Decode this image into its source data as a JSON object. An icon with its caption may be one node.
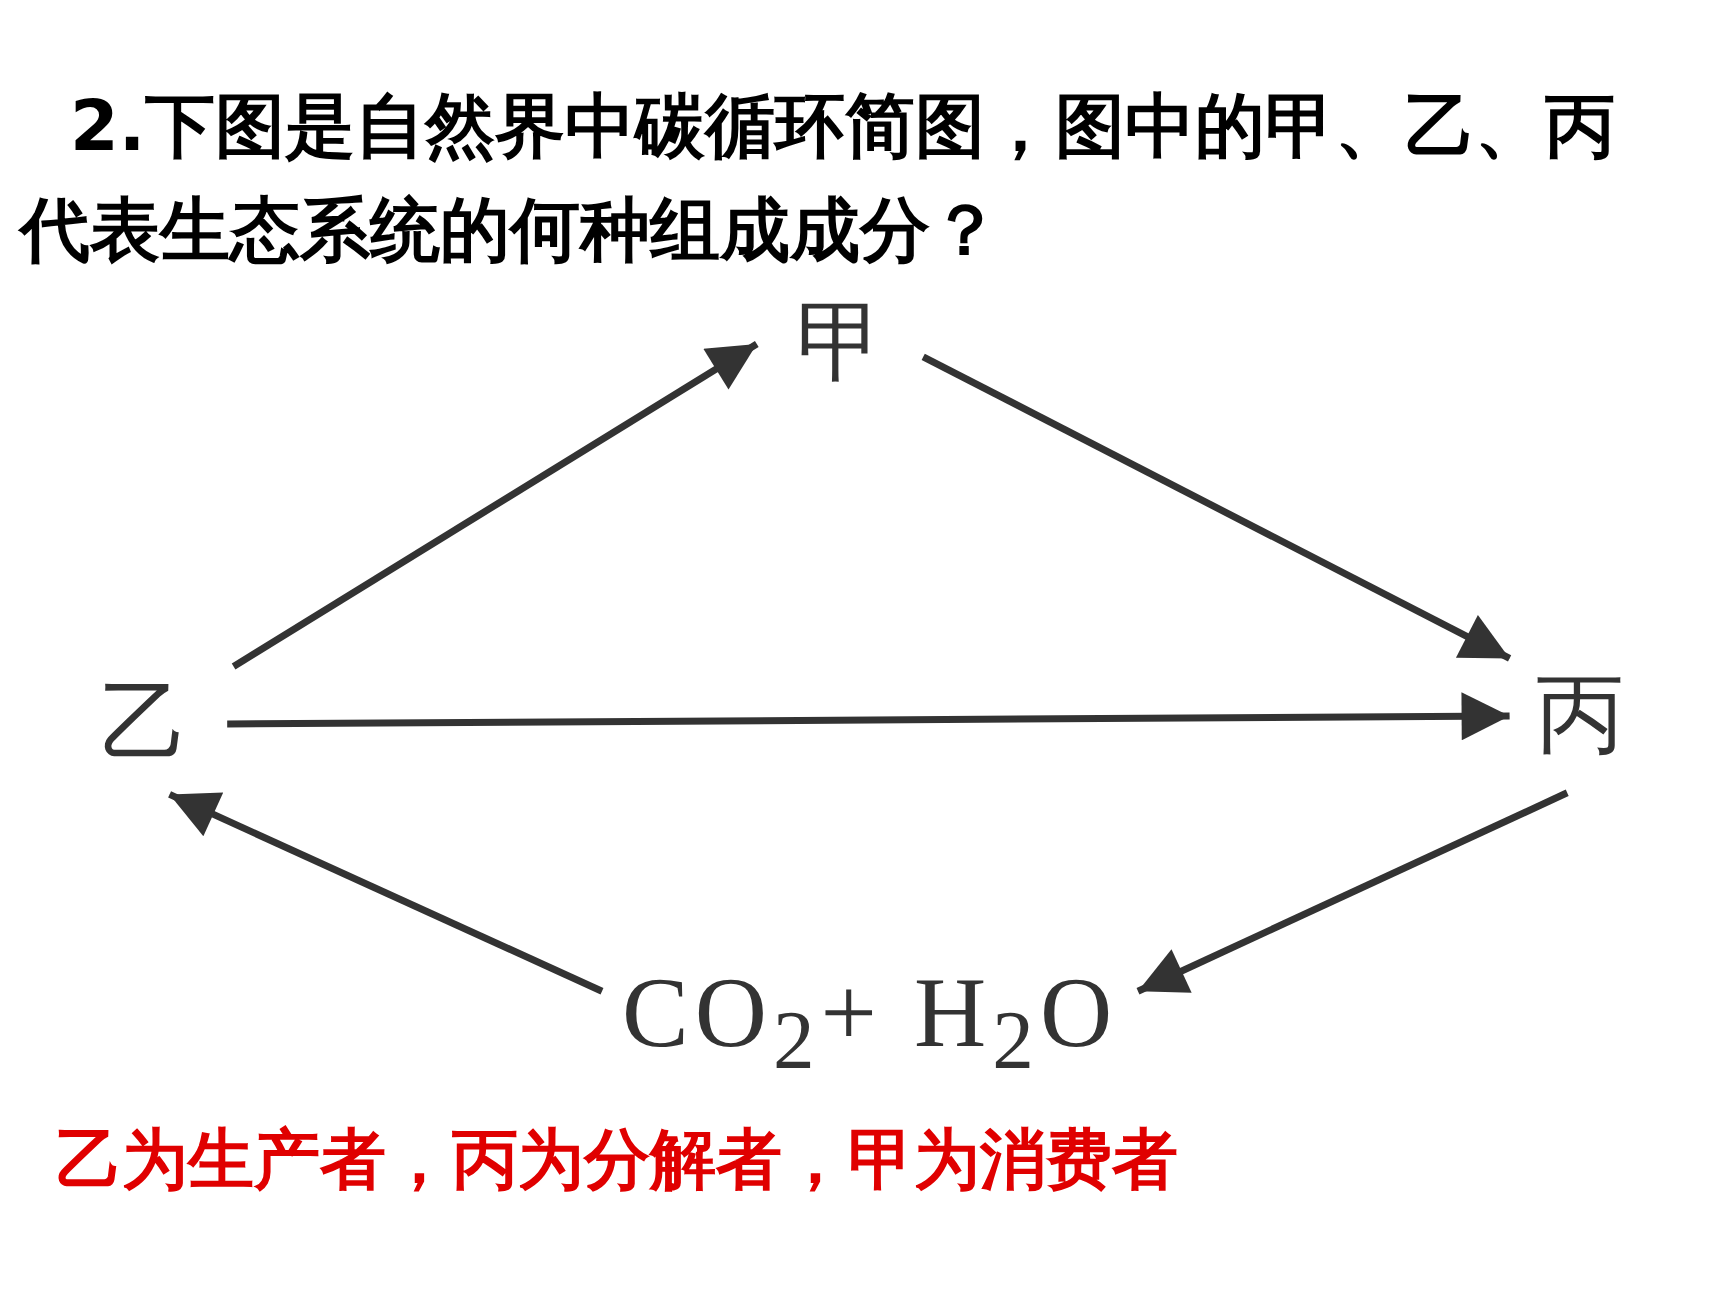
{
  "diagram": {
    "title": "2.下图是自然界中碳循环简图，图中的甲、乙、丙代表生态系统的何种组成成分？",
    "nodes": [
      {
        "text": [
          "甲"
        ]
      },
      {
        "text": [
          "乙"
        ]
      },
      {
        "text": [
          "丙"
        ]
      },
      {
        "text": [
          "CO$_{2}$+ H$_{2}$O"
        ]
      }
    ],
    "edges": [
      {
        "from": 1,
        "to": 0,
        "arrow": "to"
      },
      {
        "from": 0,
        "to": 2,
        "arrow": "to"
      },
      {
        "from": 1,
        "to": 2,
        "arrow": "to"
      },
      {
        "from": 2,
        "to": 3,
        "arrow": "to"
      },
      {
        "from": 3,
        "to": 1,
        "arrow": "to"
      }
    ],
    "labels": [
      "乙为生产者，丙为分解者，甲为消费者"
    ]
  }
}
